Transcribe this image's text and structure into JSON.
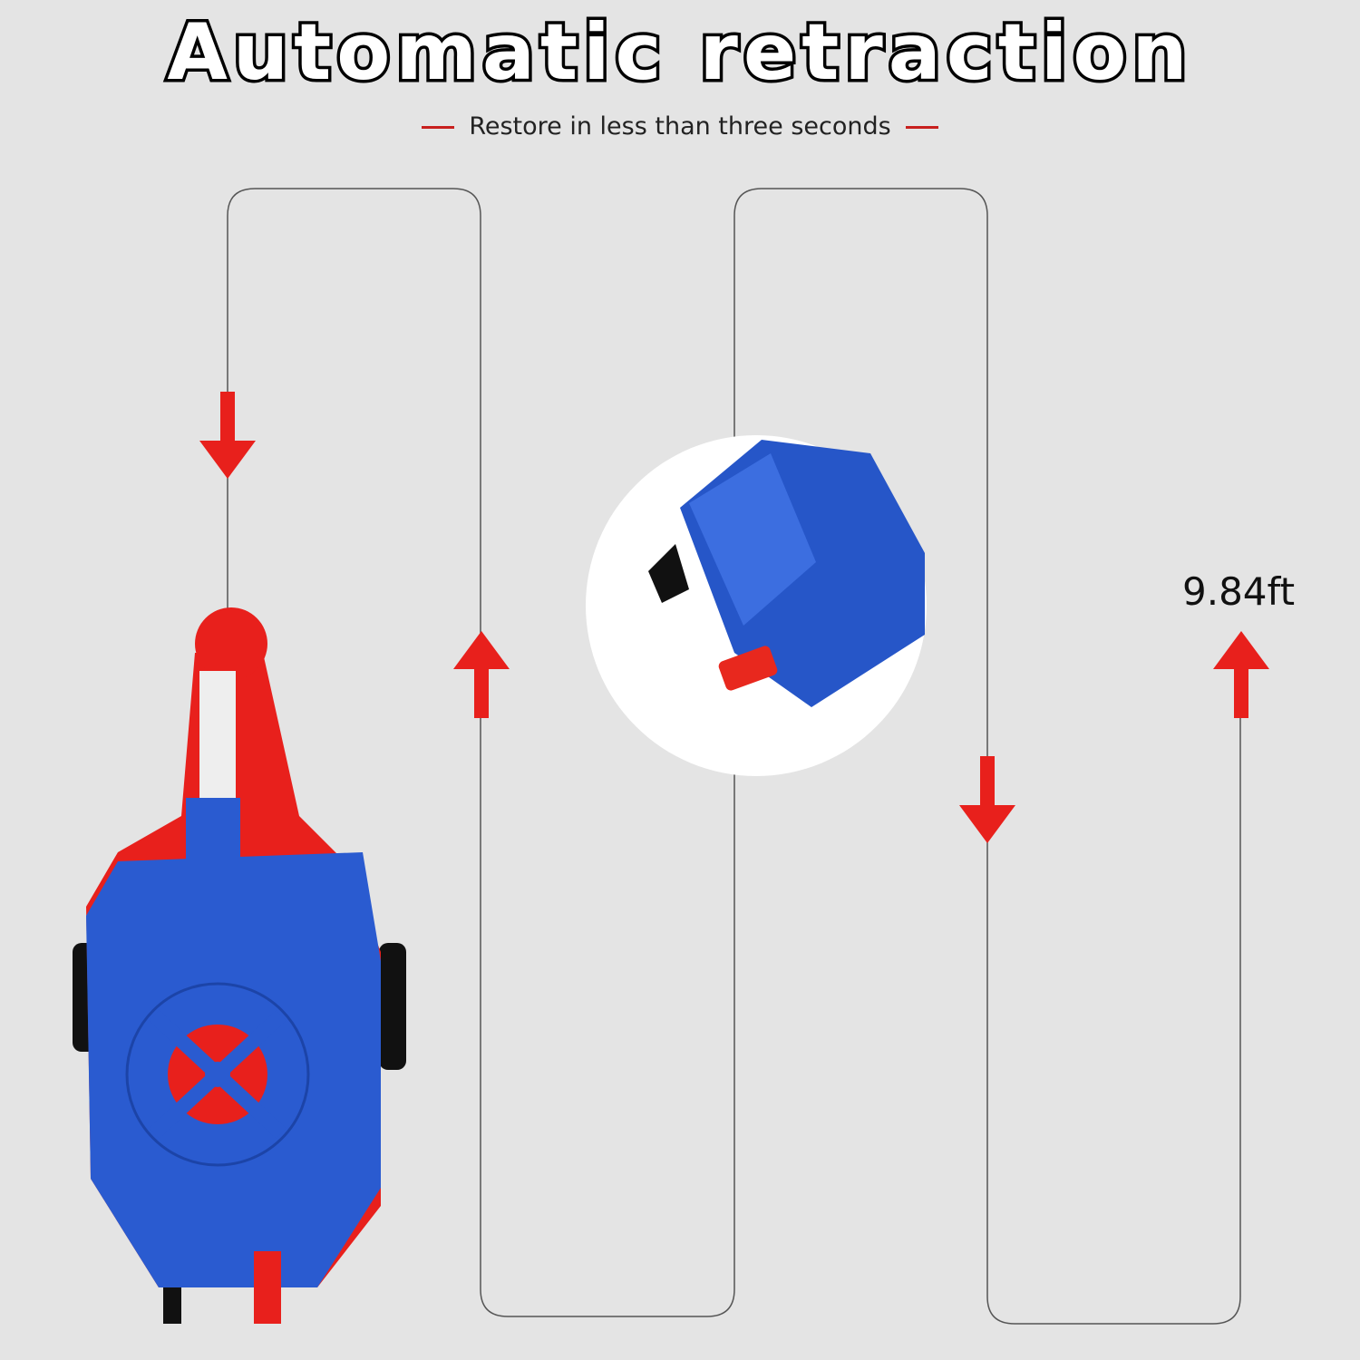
{
  "title": "Automatic retraction",
  "subtitle": "Restore in less than three seconds",
  "length_label": "9.84ft",
  "colors": {
    "background": "#e4e4e4",
    "accent_red": "#e8201c",
    "product_blue": "#2a5bd0"
  }
}
